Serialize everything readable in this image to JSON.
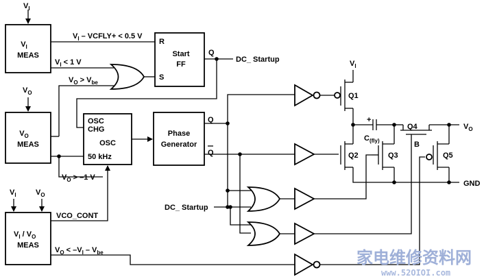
{
  "inputs": {
    "vi_top": {
      "main": "V",
      "sub": "I"
    },
    "vo_left": {
      "main": "V",
      "sub": "O"
    },
    "vi_bottom": {
      "main": "V",
      "sub": "I"
    },
    "vo_bottom": {
      "main": "V",
      "sub": "O"
    }
  },
  "blocks": {
    "vi_meas": {
      "l1": "V",
      "l1sub": "I",
      "l2": "MEAS"
    },
    "vo_meas": {
      "l1": "V",
      "l1sub": "O",
      "l2": "MEAS"
    },
    "vivo_meas": {
      "l1a": "V",
      "l1asub": "I",
      "l1b": " / V",
      "l1bsub": "O",
      "l2": "MEAS"
    },
    "start_ff": {
      "l1": "Start",
      "l2": "FF",
      "pin_r": "R",
      "pin_s": "S",
      "pin_q": "Q"
    },
    "osc": {
      "l1": "OSC",
      "l2": "CHG",
      "l3": "OSC",
      "l4": "50 kHz"
    },
    "phase_gen": {
      "l1": "Phase",
      "l2": "Generator",
      "pin_q": "Q",
      "pin_qbar": "Q"
    }
  },
  "signals": {
    "vcfly": {
      "pre": "V",
      "presub": "I",
      "rest": " – VCFLY+ < 0.5 V"
    },
    "vi_lt": {
      "pre": "V",
      "presub": "I",
      "rest": " < 1 V"
    },
    "vo_gt_vbe": {
      "a": "V",
      "asub": "O",
      "b": " > V",
      "bsub": "be"
    },
    "vo_gt_m1": {
      "a": "V",
      "asub": "O",
      "b": " > –1 V"
    },
    "vco_cont": "VCO_CONT",
    "vo_lt": {
      "a": "V",
      "asub": "O",
      "b": " < –V",
      "bsub": "I",
      "c": " – V",
      "csub": "be"
    },
    "dc_startup_out": "DC_ Startup",
    "dc_startup_in": "DC_ Startup"
  },
  "components": {
    "q1": "Q1",
    "q2": "Q2",
    "q3": "Q3",
    "q4": "Q4",
    "q5": "Q5",
    "cfly": {
      "main": "C",
      "sub": "(fly)"
    },
    "plus": "+",
    "node_b": "B",
    "q1_supply": {
      "main": "V",
      "sub": "I"
    },
    "vo_out": {
      "main": "V",
      "sub": "O"
    },
    "gnd": "GND"
  },
  "watermark": {
    "cn": "家电维修资料网",
    "url": "www.52OIOI.com"
  }
}
